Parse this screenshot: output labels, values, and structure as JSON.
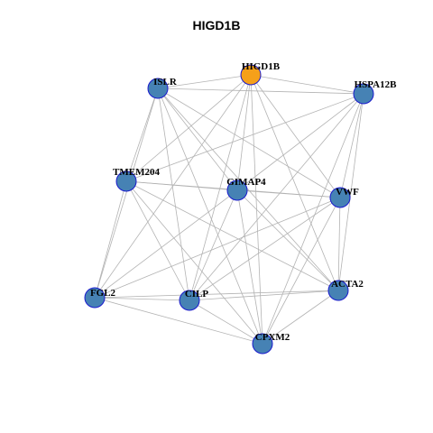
{
  "title": "HIGD1B",
  "colors": {
    "hub_fill": "#F5A01A",
    "node_fill": "#4682B4",
    "node_stroke": "#1A1ACD",
    "edge": "#B3B3B3"
  },
  "nodes": [
    {
      "id": "HIGD1B",
      "hub": true
    },
    {
      "id": "ISLR"
    },
    {
      "id": "HSPA12B"
    },
    {
      "id": "TMEM204"
    },
    {
      "id": "GIMAP4"
    },
    {
      "id": "VWF"
    },
    {
      "id": "FGL2"
    },
    {
      "id": "CILP"
    },
    {
      "id": "ACTA2"
    },
    {
      "id": "CPXM2"
    }
  ],
  "edges": [
    [
      "HIGD1B",
      "ISLR"
    ],
    [
      "HIGD1B",
      "HSPA12B"
    ],
    [
      "HIGD1B",
      "GIMAP4"
    ],
    [
      "HIGD1B",
      "VWF"
    ],
    [
      "HIGD1B",
      "CILP"
    ],
    [
      "HIGD1B",
      "ACTA2"
    ],
    [
      "HIGD1B",
      "CPXM2"
    ],
    [
      "HIGD1B",
      "TMEM204"
    ],
    [
      "HIGD1B",
      "FGL2"
    ],
    [
      "ISLR",
      "HSPA12B"
    ],
    [
      "ISLR",
      "TMEM204"
    ],
    [
      "ISLR",
      "FGL2"
    ],
    [
      "ISLR",
      "GIMAP4"
    ],
    [
      "ISLR",
      "VWF"
    ],
    [
      "ISLR",
      "CILP"
    ],
    [
      "ISLR",
      "ACTA2"
    ],
    [
      "ISLR",
      "CPXM2"
    ],
    [
      "HSPA12B",
      "TMEM204"
    ],
    [
      "HSPA12B",
      "GIMAP4"
    ],
    [
      "HSPA12B",
      "VWF"
    ],
    [
      "HSPA12B",
      "ACTA2"
    ],
    [
      "HSPA12B",
      "CPXM2"
    ],
    [
      "HSPA12B",
      "CILP"
    ],
    [
      "TMEM204",
      "GIMAP4"
    ],
    [
      "TMEM204",
      "VWF"
    ],
    [
      "TMEM204",
      "FGL2"
    ],
    [
      "TMEM204",
      "CILP"
    ],
    [
      "TMEM204",
      "ACTA2"
    ],
    [
      "TMEM204",
      "CPXM2"
    ],
    [
      "GIMAP4",
      "VWF"
    ],
    [
      "GIMAP4",
      "CILP"
    ],
    [
      "GIMAP4",
      "ACTA2"
    ],
    [
      "GIMAP4",
      "CPXM2"
    ],
    [
      "GIMAP4",
      "FGL2"
    ],
    [
      "VWF",
      "FGL2"
    ],
    [
      "VWF",
      "CILP"
    ],
    [
      "VWF",
      "ACTA2"
    ],
    [
      "VWF",
      "CPXM2"
    ],
    [
      "FGL2",
      "CILP"
    ],
    [
      "FGL2",
      "CPXM2"
    ],
    [
      "FGL2",
      "ACTA2"
    ],
    [
      "CILP",
      "ACTA2"
    ],
    [
      "CILP",
      "CPXM2"
    ],
    [
      "ACTA2",
      "CPXM2"
    ]
  ]
}
